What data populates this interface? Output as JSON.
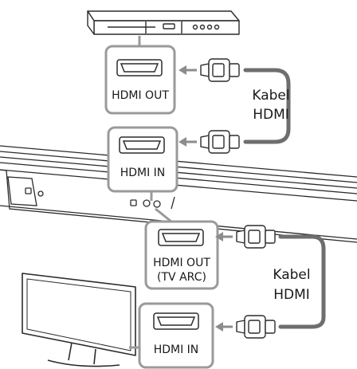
{
  "labels": {
    "player_hdmi_out": "HDMI OUT",
    "soundbar_hdmi_in": "HDMI IN",
    "soundbar_hdmi_out": "HDMI OUT",
    "soundbar_tv_arc": "(TV ARC)",
    "tv_hdmi_in": "HDMI IN",
    "cable_top_line1": "Kabel",
    "cable_top_line2": "HDMI",
    "cable_bottom_line1": "Kabel",
    "cable_bottom_line2": "HDMI"
  },
  "colors": {
    "outline": "#2b2b2b",
    "callout_border": "#9a9a9a",
    "cable": "#6e6e6e",
    "arrow": "#8c8c8c",
    "tv_screen": "#ffffff"
  }
}
